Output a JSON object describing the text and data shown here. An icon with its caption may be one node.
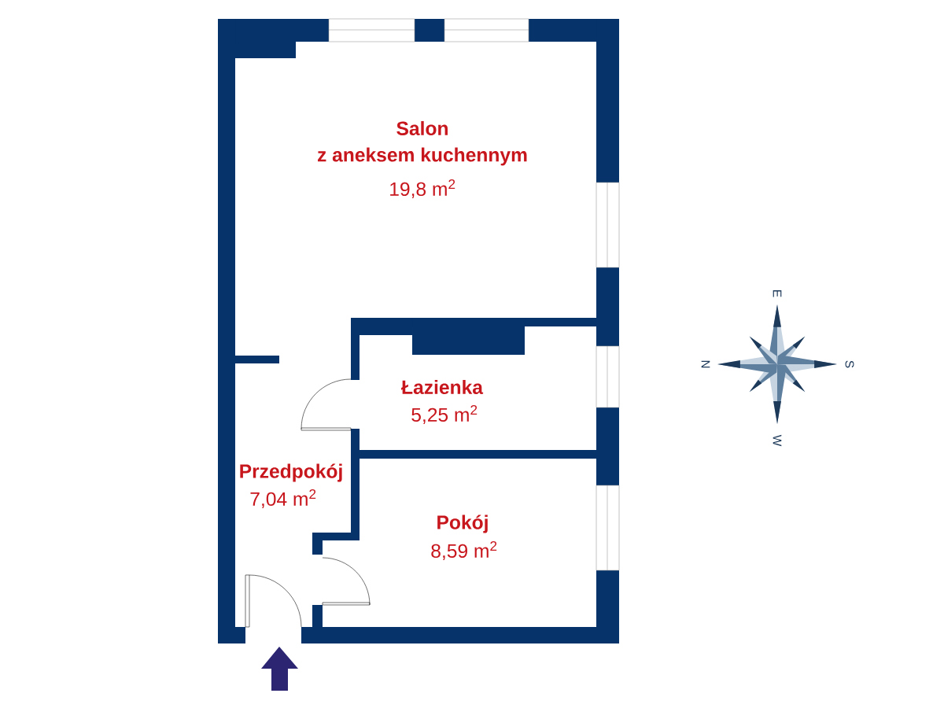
{
  "diagram": {
    "labels": [
      "Salon",
      "z aneksem kuchennym",
      "19,8 m$^{2}$",
      "E",
      "N",
      "S",
      "Łazienka",
      "5,25 m$^{2}$",
      "W",
      "Przedpokój",
      "7,04 m$^{2}$",
      "Pokój",
      "8,59 m$^{2}$"
    ]
  }
}
